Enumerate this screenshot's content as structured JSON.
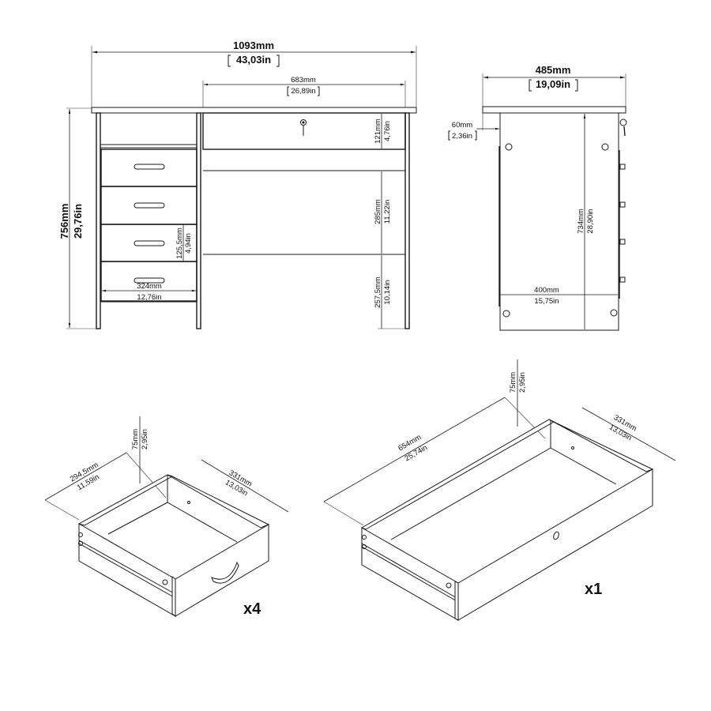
{
  "front_view": {
    "overall_width": {
      "mm": "1093mm",
      "in": "43,03in"
    },
    "center_drawer_width": {
      "mm": "683mm",
      "in": "26,89in"
    },
    "overall_height": {
      "mm": "756mm",
      "in": "29,76in"
    },
    "center_drawer_height": {
      "mm": "121mm",
      "in": "4,76in"
    },
    "knee_space_height": {
      "mm": "285mm",
      "in": "11,22in"
    },
    "floor_clearance": {
      "mm": "257,5mm",
      "in": "10,14in"
    },
    "side_drawer_height": {
      "mm": "125,5mm",
      "in": "4,94in"
    },
    "side_drawer_width": {
      "mm": "324mm",
      "in": "12,76in"
    }
  },
  "side_view": {
    "overall_depth": {
      "mm": "485mm",
      "in": "19,09in"
    },
    "top_overhang": {
      "mm": "60mm",
      "in": "2,36in"
    },
    "inner_height": {
      "mm": "734mm",
      "in": "28,90in"
    },
    "leg_depth": {
      "mm": "400mm",
      "in": "15,75in"
    }
  },
  "small_drawer": {
    "length": {
      "mm": "294,5mm",
      "in": "11,59in"
    },
    "height": {
      "mm": "75mm",
      "in": "2,95in"
    },
    "depth": {
      "mm": "331mm",
      "in": "13,03in"
    },
    "quantity": "x4"
  },
  "large_drawer": {
    "length": {
      "mm": "654mm",
      "in": "25,74in"
    },
    "height": {
      "mm": "75mm",
      "in": "2,95in"
    },
    "depth": {
      "mm": "331mm",
      "in": "13,03in"
    },
    "quantity": "x1"
  }
}
